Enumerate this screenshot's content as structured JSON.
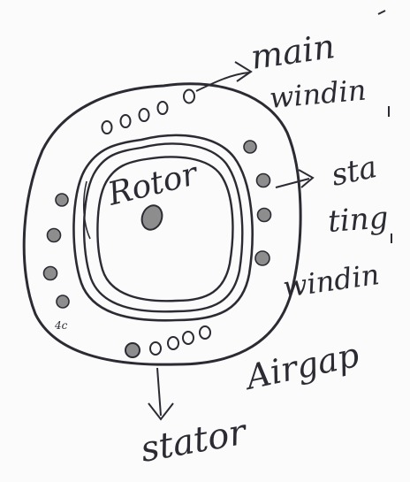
{
  "labels": {
    "main_winding_line1": "main",
    "main_winding_line2": "windin",
    "rotor": "Rotor",
    "starting_line1": "sta",
    "starting_line2": "ting",
    "starting_line3": "windin",
    "airgap": "Airgap",
    "stator": "stator",
    "small_mark": "4c"
  },
  "colors": {
    "ink": "#2b2b33",
    "filled_slot": "#8d8d8d",
    "background": "#fbfbfb"
  }
}
